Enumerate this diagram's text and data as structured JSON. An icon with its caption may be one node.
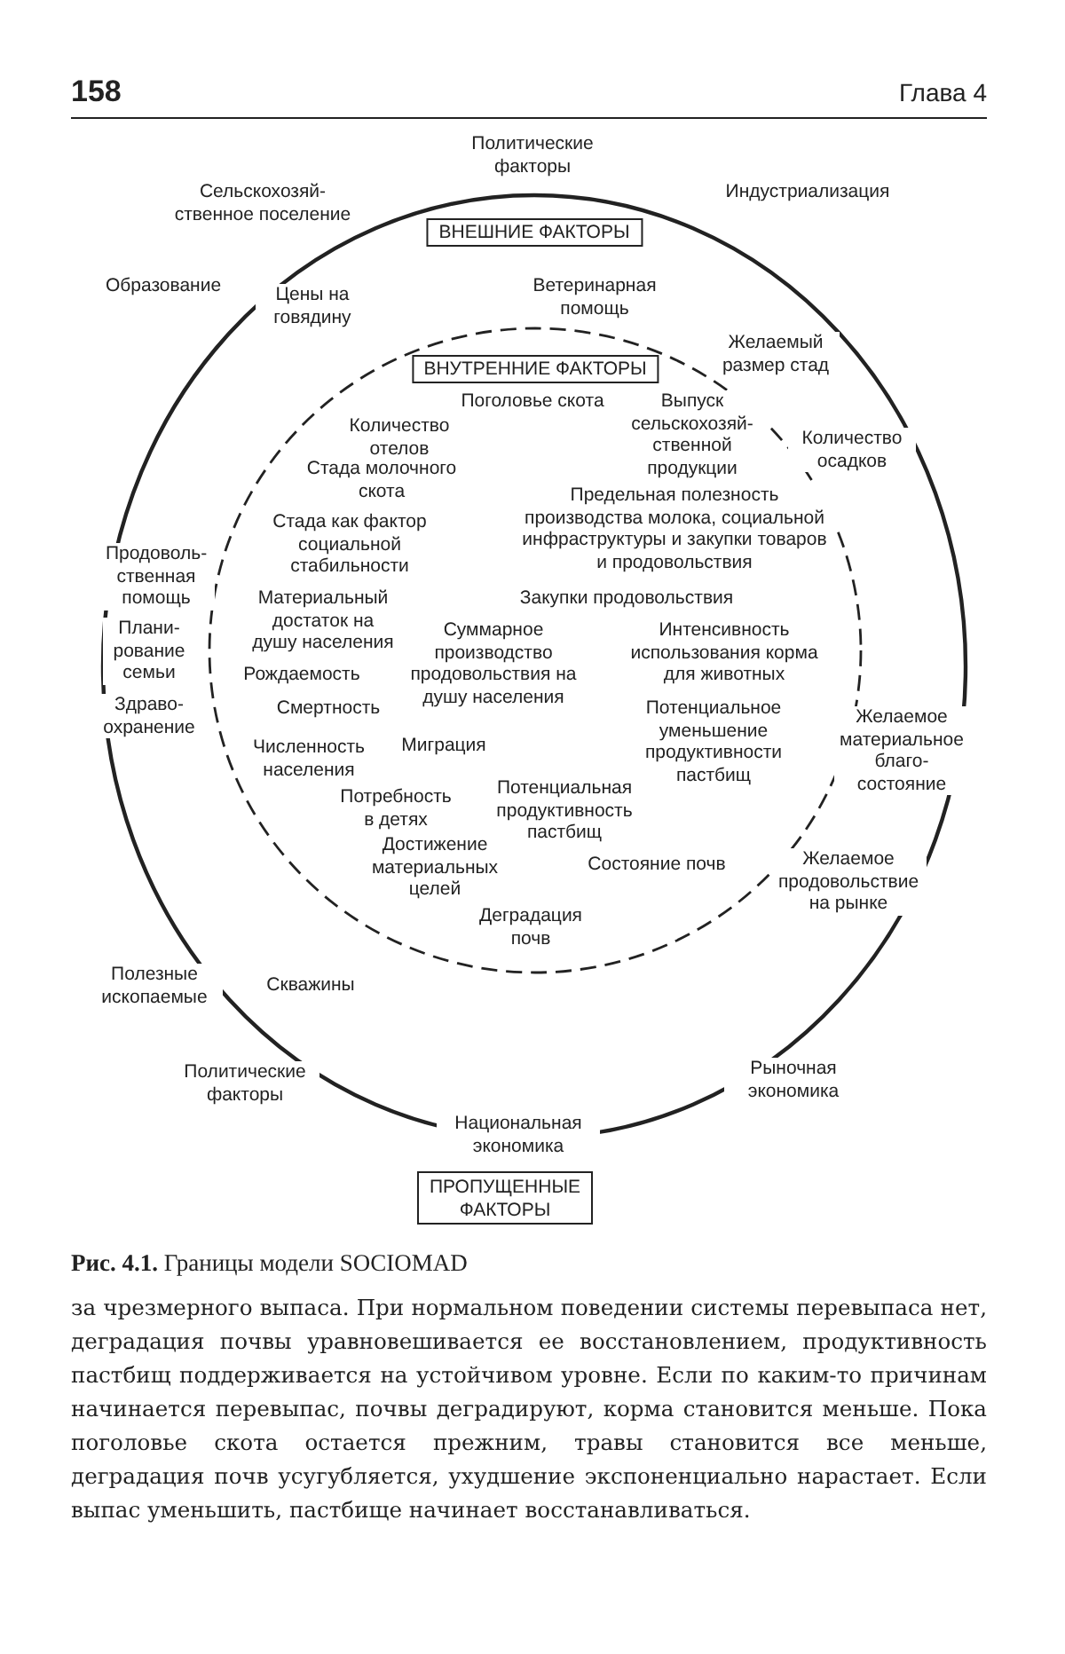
{
  "diagram": {
    "caption": "**Рис. 4.1.** Границы модели SOCIOMAD",
    "nodes": [
      {
        "text": [
          "ВНЕШНИЕ ФАКТОРЫ"
        ]
      },
      {
        "text": [
          "ВНУТРЕННИЕ ФАКТОРЫ"
        ],
        "in": 0
      },
      {
        "text": [
          "ПРОПУЩЕННЫЕ ФАКТОРЫ"
        ]
      }
    ],
    "labels": [
      "158",
      "Глава 4",
      "Политические факторы",
      "Сельскохозяй-ственное поселение",
      "Индустриализация",
      "Образование",
      "Цены на говядину",
      "Ветеринарная помощь",
      "Желаемый размер стад",
      "Поголовье скота",
      "Выпуск сельскохозяй-ственной продукции",
      "Количество отелов",
      "Количество осадков",
      "Стада молочного скота",
      "Стада как фактор социальной стабильности",
      "Предельная полезность производства молока, социальной инфраструктуры и закупки товаров и продовольствия",
      "Продоволь-ственная помощь",
      "Материальный достаток на душу населения",
      "Закупки продовольствия",
      "Плани-рование семьи",
      "Суммарное производство продовольствия на душу населения",
      "Интенсивность использования корма для животных",
      "Рождаемость",
      "Здраво-охранение",
      "Смертность",
      "Потенциальное уменьшение продуктивности пастбищ",
      "Желаемое материальное благо-состояние",
      "Численность населения",
      "Миграция",
      "Потребность в детях",
      "Потенциальная продуктивность пастбищ",
      "Достижение материальных целей",
      "Состояние почв",
      "Желаемое продовольствие на рынке",
      "Деградация почв",
      "Полезные ископаемые",
      "Скважины",
      "Политические факторы",
      "Рыночная экономика",
      "Национальная экономика",
      "за чрезмерного выпаса. При нормальном поведении системы перевыпаса нет, деградация почвы уравновешивается ее восстановлением, продуктивность пастбищ поддерживается на устойчивом уровне. Если по каким-то причинам начинается перевыпас, почвы деградируют, корма становится меньше. Пока поголовье скота остается прежним, травы становится все меньше, деградация почв усугубляется, ухудшение экспоненциально нарастает. Если выпас уменьшить, пастбище начинает восстанавливаться."
    ]
  }
}
